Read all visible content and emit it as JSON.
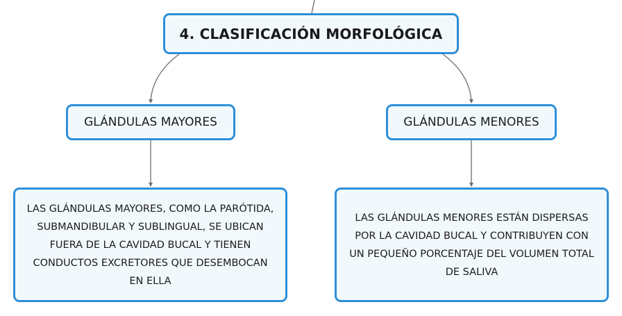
{
  "diagram": {
    "root": {
      "label": "4. CLASIFICACIÓN MORFOLÓGICA"
    },
    "branches": [
      {
        "label": "GLÁNDULAS MAYORES",
        "detail": "LAS GLÁNDULAS MAYORES, COMO LA PARÓTIDA, SUBMANDIBULAR Y SUBLINGUAL, SE UBICAN FUERA DE LA CAVIDAD BUCAL Y TIENEN CONDUCTOS EXCRETORES QUE DESEMBOCAN EN ELLA"
      },
      {
        "label": "GLÁNDULAS MENORES",
        "detail": "LAS GLÁNDULAS MENORES ESTÁN DISPERSAS POR LA CAVIDAD BUCAL Y CONTRIBUYEN CON UN PEQUEÑO PORCENTAJE DEL VOLUMEN TOTAL DE SALIVA"
      }
    ]
  },
  "colors": {
    "node_border": "#2e8fd8",
    "node_fill": "#f2f9fd",
    "connector": "#6b6b6b",
    "text": "#1a1a1a"
  }
}
